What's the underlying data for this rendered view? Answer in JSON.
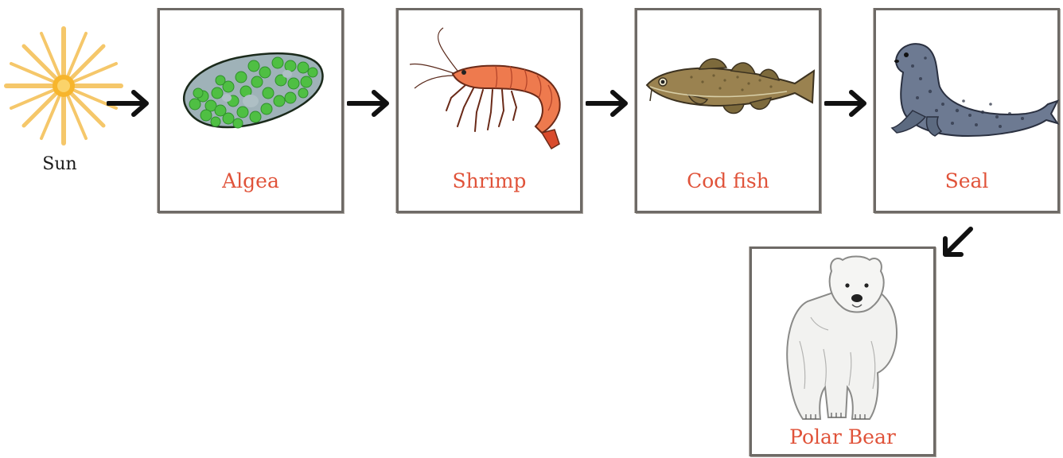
{
  "source": {
    "label": "Sun",
    "icon": "sun-icon"
  },
  "chain": [
    {
      "label": "Algea",
      "icon": "algae-icon"
    },
    {
      "label": "Shrimp",
      "icon": "shrimp-icon"
    },
    {
      "label": "Cod fish",
      "icon": "cod-fish-icon"
    },
    {
      "label": "Seal",
      "icon": "seal-icon"
    },
    {
      "label": "Polar Bear",
      "icon": "polar-bear-icon"
    }
  ],
  "colors": {
    "label": "#e0533a",
    "card_border": "#6e6a66",
    "arrow": "#111111",
    "sun": "#f5b83a",
    "algae": "#4cb84a",
    "shrimp": "#e0553a",
    "cod": "#7d6a3c",
    "seal": "#5c6a80",
    "bear": "#ededed"
  }
}
